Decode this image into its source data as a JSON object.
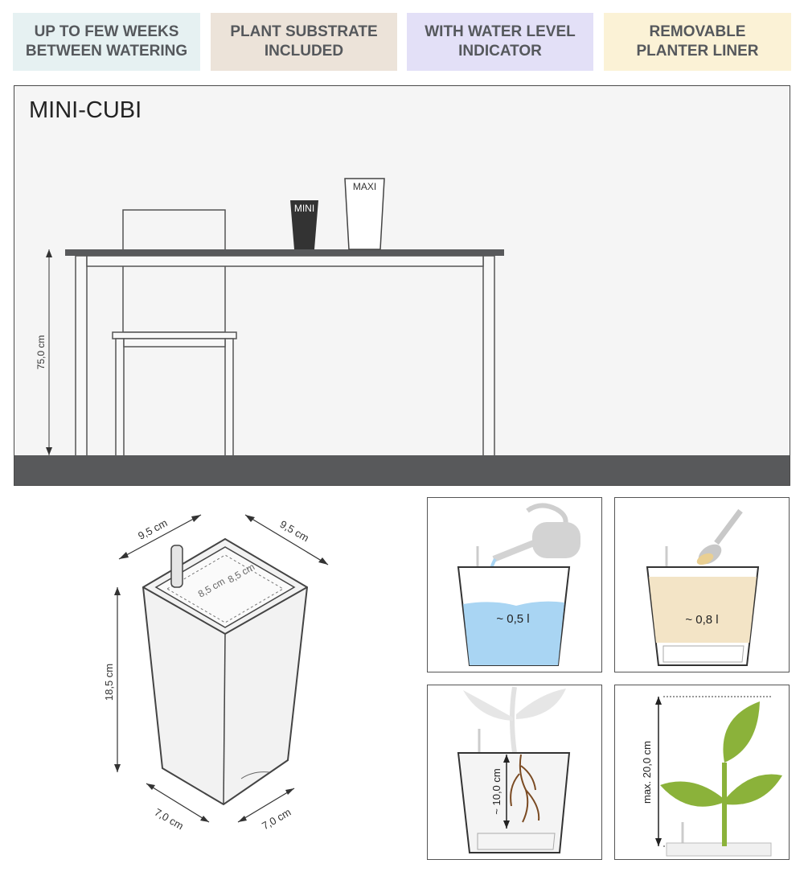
{
  "features": [
    {
      "label": "UP TO FEW WEEKS\nBETWEEN WATERING",
      "bg": "#e6f1f2"
    },
    {
      "label": "PLANT SUBSTRATE\nINCLUDED",
      "bg": "#ece3d9"
    },
    {
      "label": "WITH WATER LEVEL\nINDICATOR",
      "bg": "#e3e0f7"
    },
    {
      "label": "REMOVABLE\nPLANTER LINER",
      "bg": "#fbf2d6"
    }
  ],
  "scene": {
    "title": "MINI-CUBI",
    "table_height": "75,0 cm",
    "pot_small_label": "MINI",
    "pot_large_label": "MAXI"
  },
  "planter": {
    "top_left_width": "9,5 cm",
    "top_right_width": "9,5 cm",
    "inner_width_1": "8,5 cm",
    "inner_width_2": "8,5 cm",
    "height": "18,5 cm",
    "base_left": "7,0 cm",
    "base_right": "7,0 cm"
  },
  "panels": {
    "water_volume": "~ 0,5 l",
    "substrate_volume": "~ 0,8 l",
    "root_depth": "~ 10,0 cm",
    "plant_height": "max. 20,0 cm"
  },
  "colors": {
    "water": "#a9d5f3",
    "substrate": "#f3e4c6",
    "leaf": "#8bb23a",
    "floor": "#58595b"
  }
}
